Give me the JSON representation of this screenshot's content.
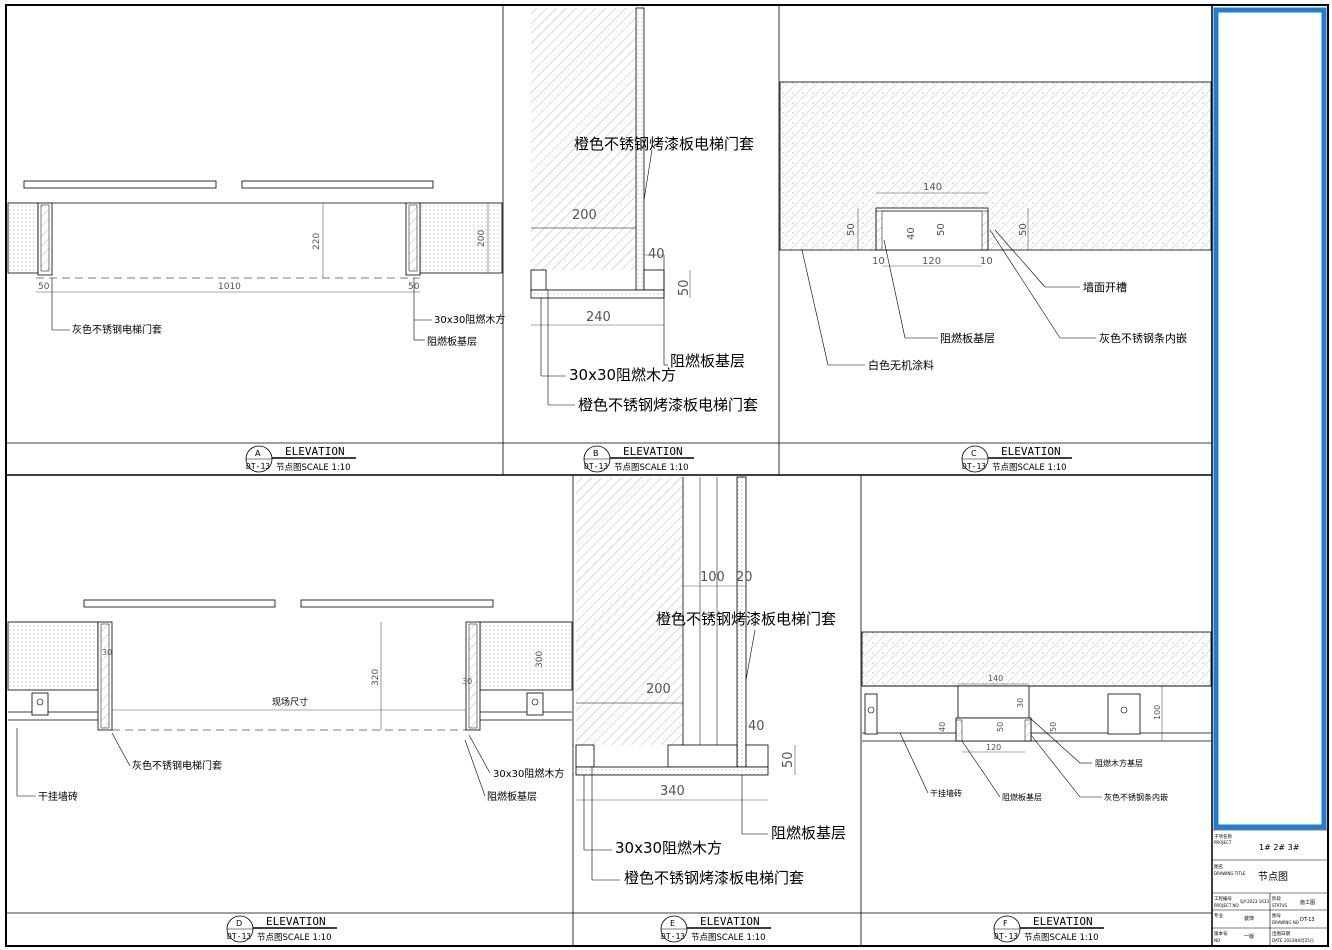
{
  "panels": {
    "A": {
      "letter": "A",
      "sheet_ref": "DT-13",
      "title": "ELEVATION",
      "subtitle": "节点图SCALE 1:10",
      "dims": {
        "d50l": "50",
        "d1010": "1010",
        "d50r": "50",
        "d220": "220",
        "d200": "200"
      },
      "labels": {
        "door_cover": "灰色不锈钢电梯门套",
        "wood": "30x30阻燃木方",
        "board": "阻燃板基层"
      }
    },
    "B": {
      "letter": "B",
      "sheet_ref": "DT-13",
      "title": "ELEVATION",
      "subtitle": "节点图SCALE 1:10",
      "dims": {
        "d200": "200",
        "d40": "40",
        "d50": "50",
        "d240": "240"
      },
      "labels": {
        "door_cover_top": "橙色不锈钢烤漆板电梯门套",
        "board": "阻燃板基层",
        "wood": "30x30阻燃木方",
        "door_cover_bottom": "橙色不锈钢烤漆板电梯门套"
      }
    },
    "C": {
      "letter": "C",
      "sheet_ref": "DT-13",
      "title": "ELEVATION",
      "subtitle": "节点图SCALE 1:10",
      "dims": {
        "d140": "140",
        "d50a": "50",
        "d40": "40",
        "d50b": "50",
        "d50c": "50",
        "d10a": "10",
        "d120": "120",
        "d10b": "10"
      },
      "labels": {
        "slot": "墙面开槽",
        "board": "阻燃板基层",
        "strip": "灰色不锈钢条内嵌",
        "paint": "白色无机涂料"
      }
    },
    "D": {
      "letter": "D",
      "sheet_ref": "DT-13",
      "title": "ELEVATION",
      "subtitle": "节点图SCALE 1:10",
      "dims": {
        "d320": "320",
        "d300": "300",
        "d30a": "30",
        "d30b": "30",
        "site": "现场尺寸"
      },
      "labels": {
        "door_cover": "灰色不锈钢电梯门套",
        "wood": "30x30阻燃木方",
        "board": "阻燃板基层",
        "tile": "干挂墙砖"
      }
    },
    "E": {
      "letter": "E",
      "sheet_ref": "DT-13",
      "title": "ELEVATION",
      "subtitle": "节点图SCALE 1:10",
      "dims": {
        "d100": "100",
        "d20": "20",
        "d200": "200",
        "d40": "40",
        "d50": "50",
        "d340": "340"
      },
      "labels": {
        "door_cover_top": "橙色不锈钢烤漆板电梯门套",
        "board": "阻燃板基层",
        "wood": "30x30阻燃木方",
        "door_cover_bottom": "橙色不锈钢烤漆板电梯门套"
      }
    },
    "F": {
      "letter": "F",
      "sheet_ref": "DT-13",
      "title": "ELEVATION",
      "subtitle": "节点图SCALE 1:10",
      "dims": {
        "d140": "140",
        "d30": "30",
        "d40": "40",
        "d50": "50",
        "d50b": "50",
        "d120": "120",
        "d100": "100"
      },
      "labels": {
        "wood_base": "阻燃木方基层",
        "tile": "干挂墙砖",
        "board": "阻燃板基层",
        "strip": "灰色不锈钢条内嵌"
      }
    }
  },
  "title_block": {
    "project_label_cn": "子项名称",
    "project_label_en": "PROJECT",
    "project_value": "1#  2#  3#",
    "drawing_label_cn": "图名",
    "drawing_label_en": "DRAWING TITLE",
    "drawing_value": "节点图",
    "project_no_label": "工程编号",
    "project_no_en": "PROJECT NO",
    "project_no_value": "SJY-2023-1633",
    "status_label": "阶段",
    "status_en": "STATUS",
    "status_value": "施工图",
    "major_label": "专业",
    "major_value": "装饰",
    "drawing_no_label": "图号",
    "drawing_no_en": "DRAWING NO",
    "drawing_no_value": "DT-13",
    "version_label": "版本号",
    "version_en": "NO",
    "version_value": "一版",
    "date_label": "出图日期",
    "date_en": "DATE",
    "date_value": "2023年8月25日"
  },
  "colors": {
    "frame": "#000000",
    "highlight": "#1a7fd9",
    "dim": "#555555"
  }
}
